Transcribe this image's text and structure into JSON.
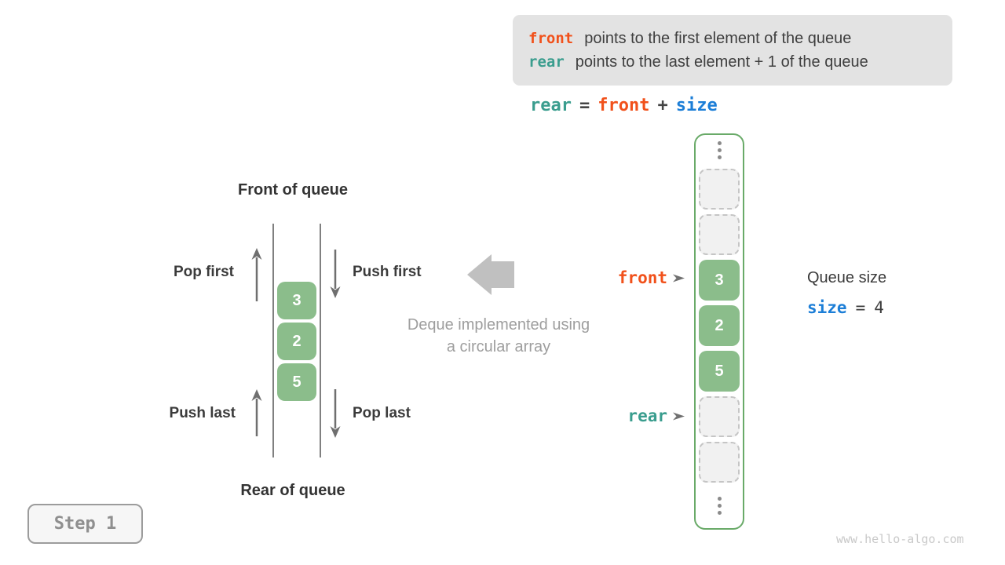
{
  "colors": {
    "orange": "#f1511b",
    "teal": "#3a9d8e",
    "blue": "#1c7ed7",
    "cell_green": "#8bbd8b",
    "array_border_green": "#69aa68",
    "info_box_bg": "#e3e3e3",
    "muted_gray": "#9e9e9e"
  },
  "info_box": {
    "lines": [
      {
        "code": "front",
        "text": "points to the first element of the queue"
      },
      {
        "code": "rear",
        "text": "points to the last element + 1 of the queue"
      }
    ]
  },
  "equation": {
    "lhs": "rear",
    "equals": "=",
    "op1": "front",
    "plus": "+",
    "op2": "size"
  },
  "queue": {
    "front_label": "Front of queue",
    "rear_label": "Rear of queue",
    "pop_first": "Pop first",
    "push_first": "Push first",
    "push_last": "Push last",
    "pop_last": "Pop last",
    "values": [
      "3",
      "2",
      "5"
    ]
  },
  "center_caption": {
    "line1": "Deque implemented using",
    "line2": "a circular array"
  },
  "array": {
    "front_pointer": "front",
    "rear_pointer": "rear",
    "slots": [
      {
        "type": "ellipsis"
      },
      {
        "type": "empty"
      },
      {
        "type": "empty"
      },
      {
        "type": "value",
        "value": "3"
      },
      {
        "type": "value",
        "value": "2"
      },
      {
        "type": "value",
        "value": "5"
      },
      {
        "type": "empty"
      },
      {
        "type": "empty"
      },
      {
        "type": "ellipsis"
      }
    ]
  },
  "queue_size": {
    "label": "Queue size",
    "code": "size",
    "equals": "=",
    "value": "4"
  },
  "step": {
    "label": "Step 1"
  },
  "watermark": "www.hello-algo.com"
}
